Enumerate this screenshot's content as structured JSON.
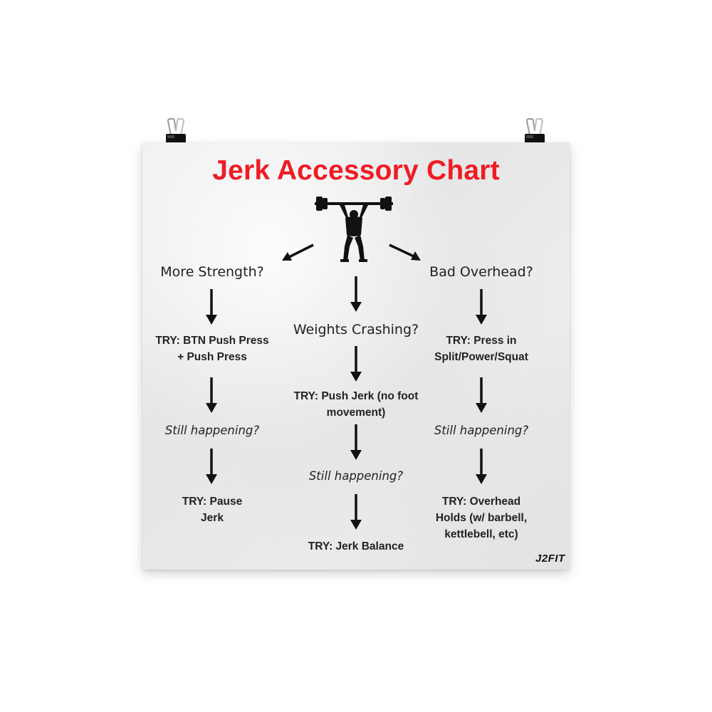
{
  "title": "Jerk Accessory Chart",
  "colors": {
    "title": "#ee1c24",
    "text": "#222222",
    "arrow": "#111111",
    "poster": "#ececec"
  },
  "icons": {
    "lifter": "weightlifter-overhead-silhouette-icon",
    "clip": "binder-clip-icon",
    "arrow": "arrow-down-icon"
  },
  "left": {
    "question": "More Strength?",
    "try1_line1": "TRY: BTN Push Press",
    "try1_line2": "+ Push Press",
    "still": "Still happening?",
    "try2_line1": "TRY: Pause",
    "try2_line2": "Jerk"
  },
  "center": {
    "question": "Weights Crashing?",
    "try1_line1": "TRY: Push Jerk (no foot",
    "try1_line2": "movement)",
    "still": "Still happening?",
    "try2": "TRY: Jerk Balance"
  },
  "right": {
    "question": "Bad Overhead?",
    "try1_line1": "TRY: Press in",
    "try1_line2": "Split/Power/Squat",
    "still": "Still happening?",
    "try2_line1": "TRY: Overhead",
    "try2_line2": "Holds (w/ barbell,",
    "try2_line3": "kettlebell, etc)"
  },
  "logo": "J2FIT"
}
